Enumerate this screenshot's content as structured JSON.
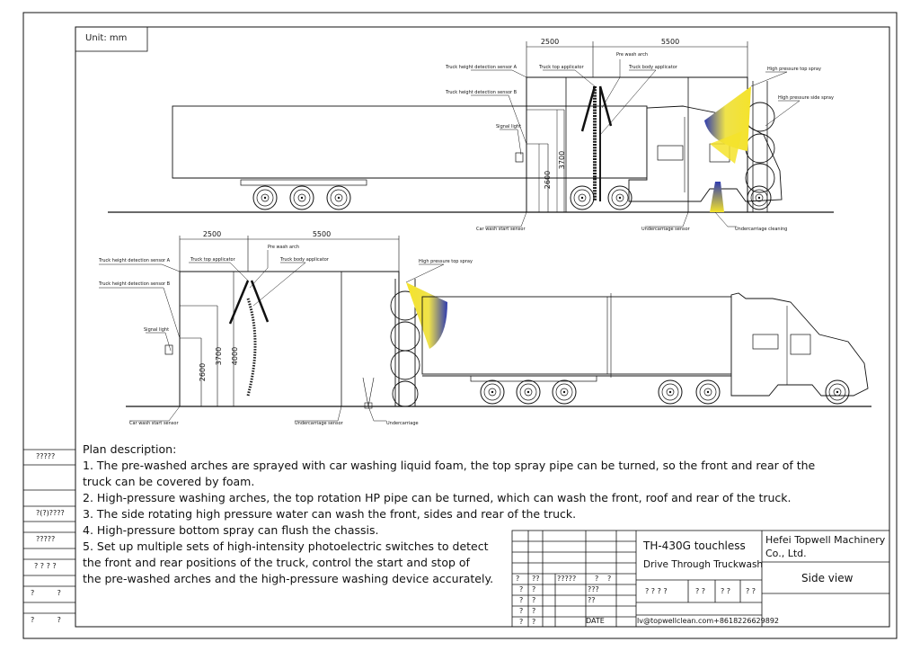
{
  "unit_label": "Unit: mm",
  "labels": {
    "sensor_a": "Truck height detection sensor A",
    "sensor_b": "Truck height detection sensor B",
    "top_applicator": "Truck top applicator",
    "pre_wash_arch": "Pre wash arch",
    "body_applicator": "Truck body applicator",
    "hp_top_spray": "High pressure top spray",
    "hp_side_spray": "High pressure side spray",
    "signal_light": "Signal light",
    "start_sensor": "Car wash start sensor",
    "undercarriage_sensor": "Undercarriage sensor",
    "undercarriage_cleaning": "Undercarriage cleaning",
    "undercarriage": "Undercarriage"
  },
  "dimensions": {
    "d2500": "2500",
    "d5500": "5500",
    "d2600": "2600",
    "d3700": "3700",
    "d4000": "4000"
  },
  "plan": {
    "title": "Plan description:",
    "lines": [
      "1. The pre-washed arches are sprayed with car washing liquid foam, the top spray pipe can be turned, so the front and rear of the",
      "truck can be covered by foam.",
      "2. High-pressure washing arches, the top rotation HP pipe can be turned, which can wash the front, roof and rear of the truck.",
      "3. The side rotating high pressure water can wash the front, sides and rear of the truck.",
      "4. High-pressure bottom spray can flush the chassis.",
      "5. Set up multiple sets of high-intensity photoelectric switches to detect",
      "the front and rear positions of the truck, control the start and stop of",
      "the pre-washed arches and the high-pressure washing device accurately."
    ]
  },
  "side_cells": [
    "?????",
    "?(?)????",
    "?????",
    "? ? ? ?",
    "?          ?",
    "?          ?"
  ],
  "title_block": {
    "model_line1": "TH-430G touchless",
    "model_line2": "Drive Through Truckwash",
    "company_line1": "Hefei Topwell Machinery",
    "company_line2": "Co., Ltd.",
    "view": "Side view",
    "date": "DATE",
    "contact": "lv@topwellclean.com+8618226629892",
    "q_row1": [
      "?",
      "??",
      "?????",
      "?",
      "?"
    ],
    "q_row2": [
      "?",
      "?",
      "???"
    ],
    "q_row3": [
      "?",
      "?",
      "??"
    ],
    "q_row4": [
      "?",
      "?"
    ],
    "q_row5": [
      "?",
      "?"
    ],
    "q_right": [
      "? ? ? ?",
      "? ?",
      "? ?",
      "? ?"
    ]
  },
  "colors": {
    "line": "#111111",
    "spray_yellow": "#f5e32a",
    "spray_blue": "#2f3cb0",
    "brush": "#1a1a1a"
  }
}
